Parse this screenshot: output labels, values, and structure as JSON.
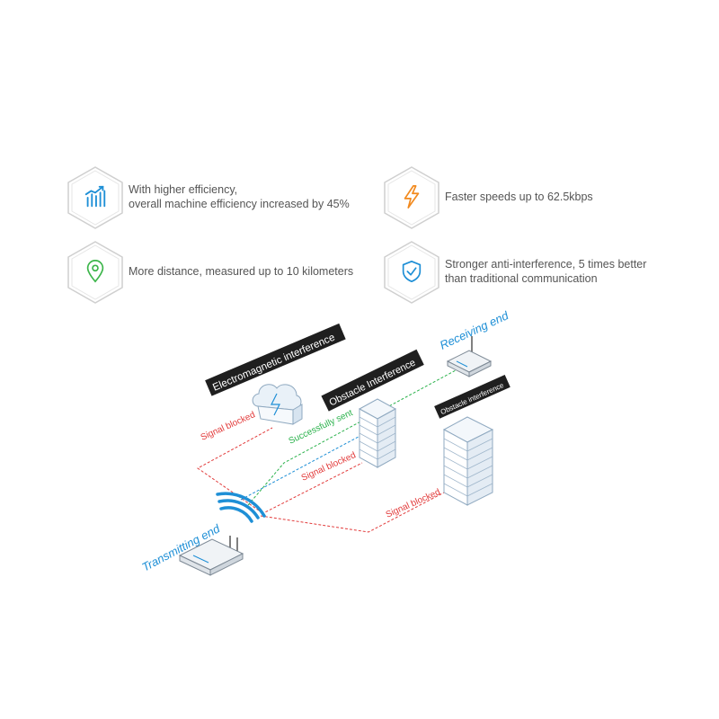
{
  "features": [
    {
      "id": "efficiency",
      "icon": "bar-chart-trend-icon",
      "lines": [
        "With higher efficiency,",
        "overall machine efficiency increased by 45%"
      ]
    },
    {
      "id": "speed",
      "icon": "lightning-icon",
      "lines": [
        "Faster speeds up to 62.5kbps"
      ]
    },
    {
      "id": "distance",
      "icon": "location-pin-icon",
      "lines": [
        "More distance, measured up to 10 kilometers"
      ]
    },
    {
      "id": "anti-interference",
      "icon": "shield-check-icon",
      "lines": [
        "Stronger anti-interference, 5 times better",
        "than traditional communication"
      ]
    }
  ],
  "diagram": {
    "labels": {
      "em_interference": "Electromagnetic interference",
      "obstacle_1": "Obstacle Interference",
      "obstacle_2": "Obstacle interference",
      "receiving_end": "Receiving end",
      "transmitting_end": "Transmitting end",
      "successfully_sent": "Successfully sent",
      "signal_blocked_em": "Signal blocked",
      "signal_blocked_obstacle_1": "Signal blocked",
      "signal_blocked_obstacle_2": "Signal blocked"
    },
    "colors": {
      "blocked": "#e23b3b",
      "success": "#2bb24c",
      "accent": "#1e8fd6",
      "icon_orange": "#f28a1e",
      "icon_green": "#3cb54a",
      "hex_border": "#c9c9c9",
      "tag_bg": "#1f1f1f"
    }
  }
}
